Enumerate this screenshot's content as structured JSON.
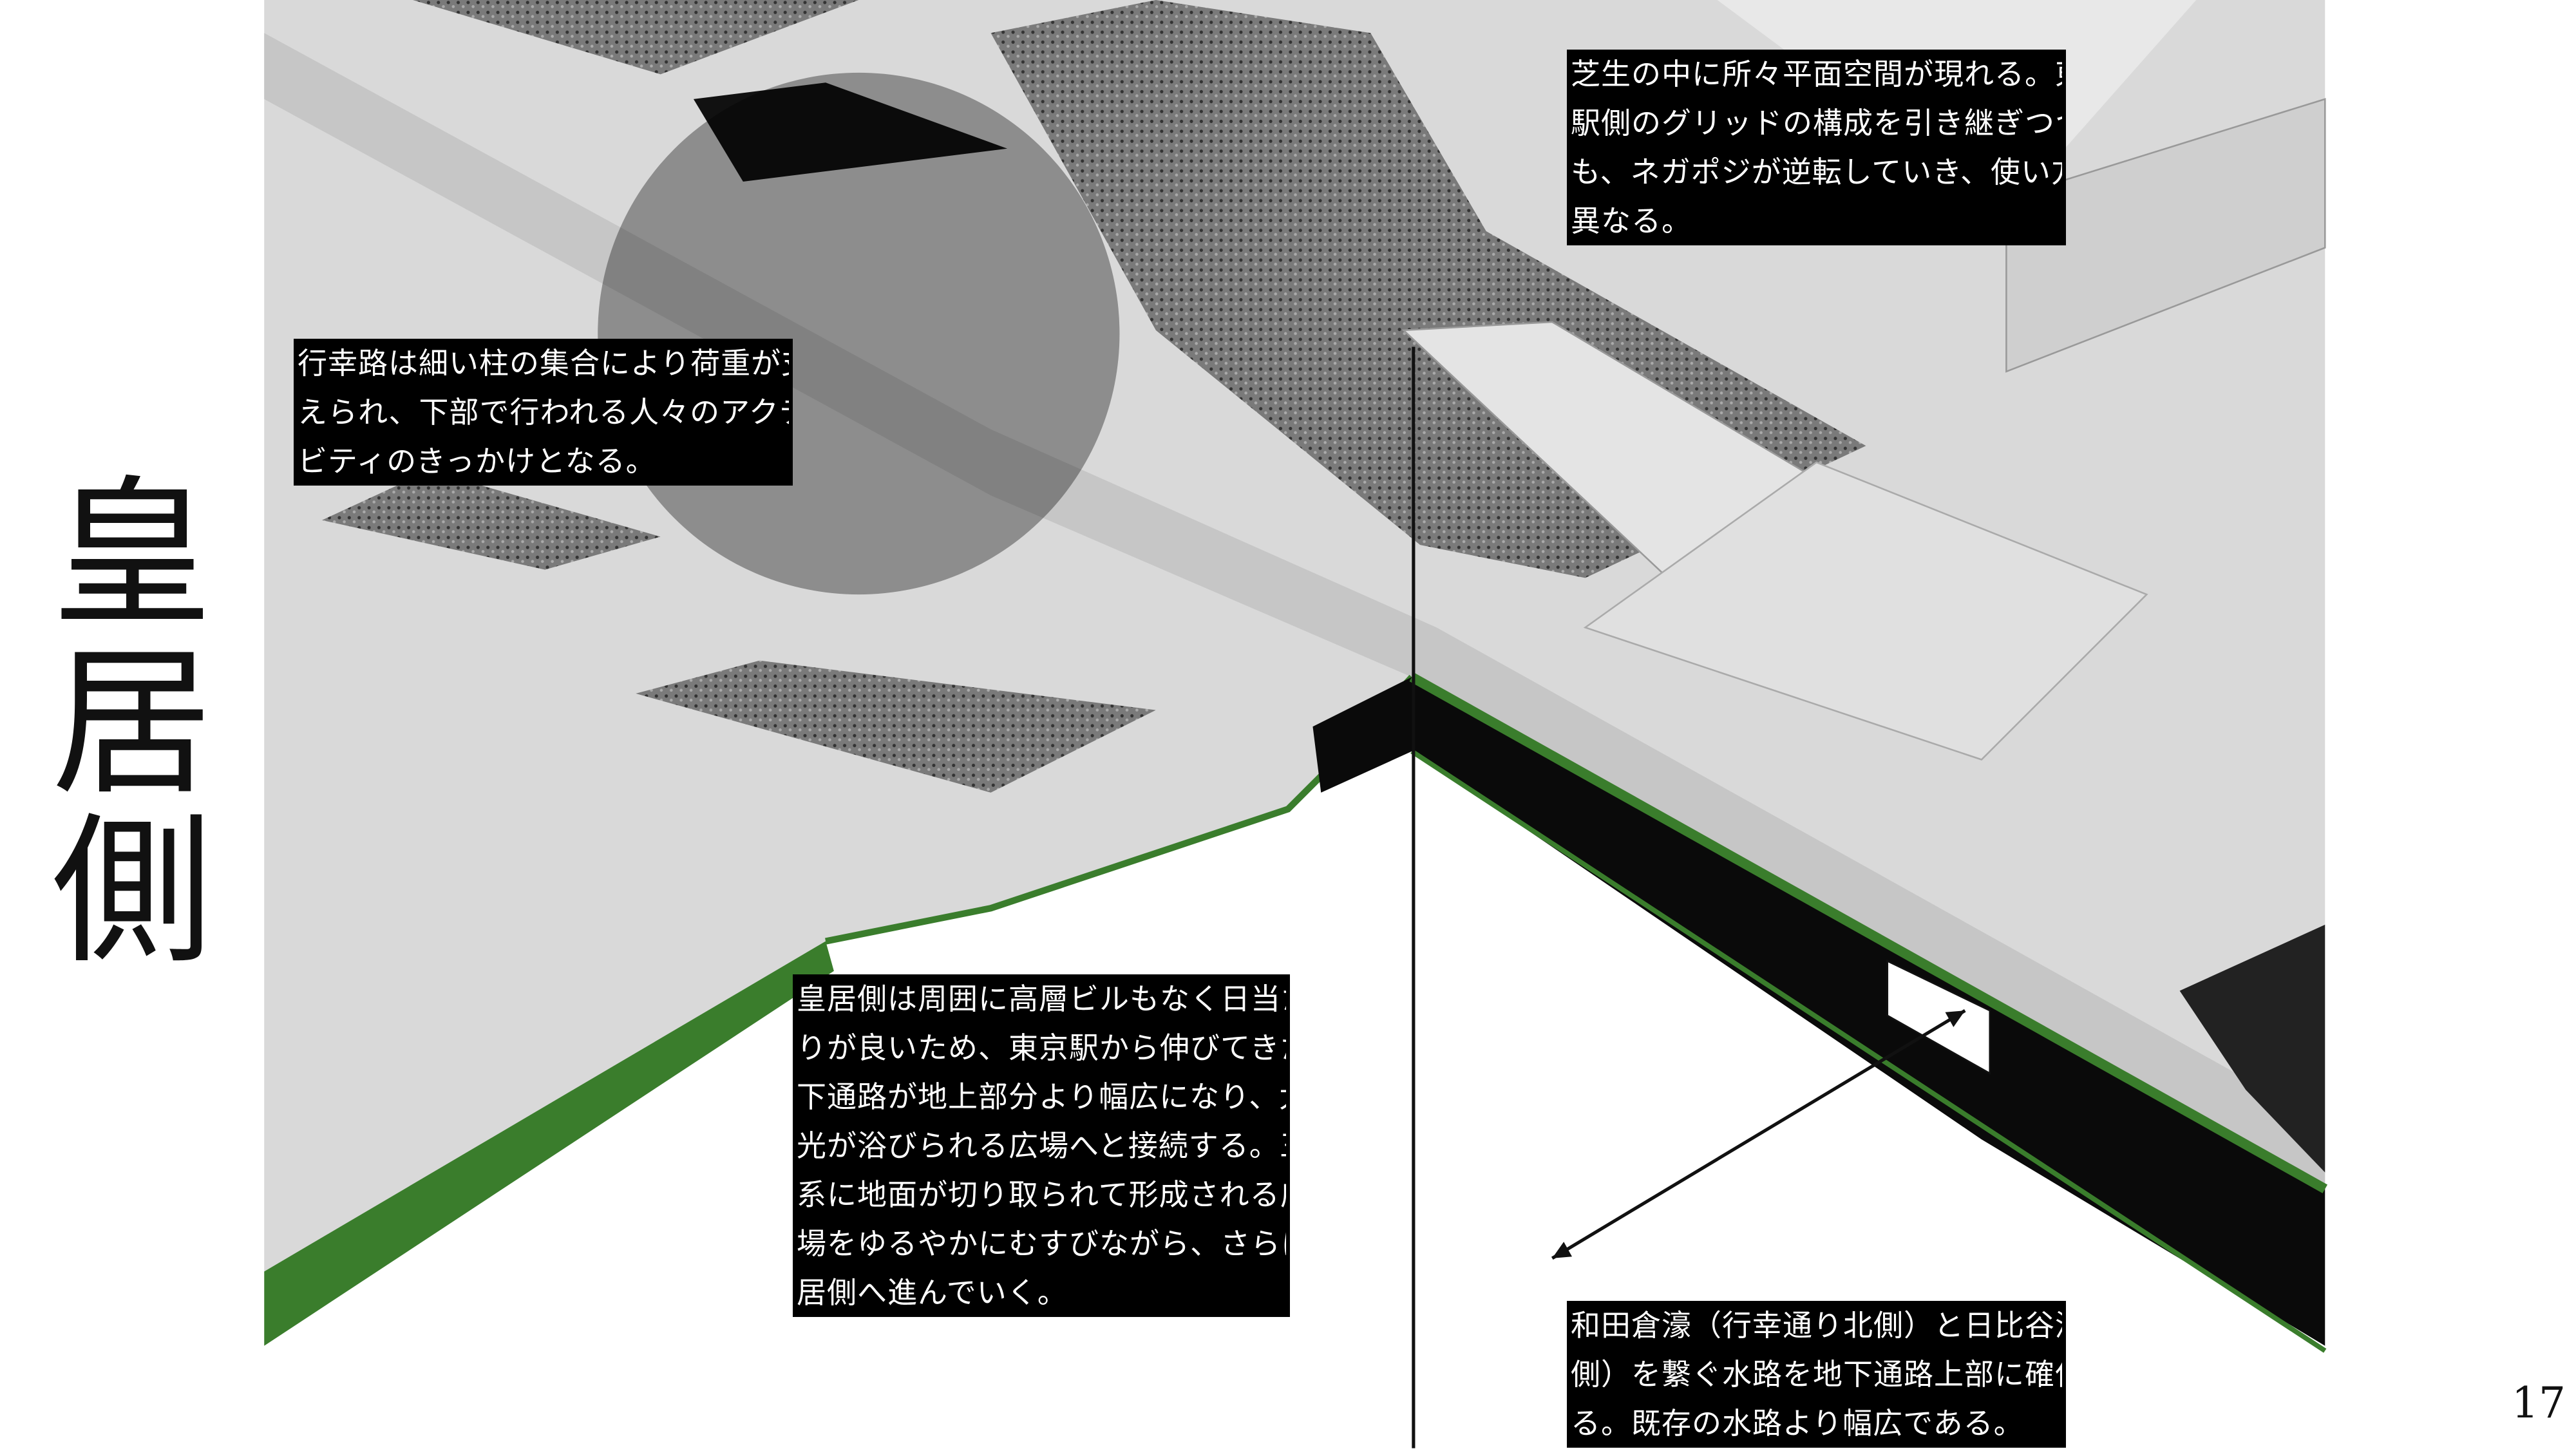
{
  "page": {
    "title_chars": [
      "皇",
      "居",
      "側"
    ],
    "page_number": "17"
  },
  "notes": {
    "colonnade": {
      "lines": [
        "行幸路は細い柱の集合により荷重が支",
        "えられ、下部で行われる人々のアクティ",
        "ビティのきっかけとなる。"
      ]
    },
    "lawn": {
      "lines": [
        "芝生の中に所々平面空間が現れる。東京",
        "駅側のグリッドの構成を引き継ぎつつ",
        "も、ネガポジが逆転していき、使い方も",
        "異なる。"
      ]
    },
    "plaza": {
      "lines": [
        "皇居側は周囲に高層ビルもなく日当た",
        "りが良いため、東京駅から伸びてきた地",
        "下通路が地上部分より幅広になり、太陽",
        "光が浴びられる広場へと接続する。三角",
        "系に地面が切り取られて形成される広",
        "場をゆるやかにむすびながら、さらに皇",
        "居側へ進んでいく。"
      ]
    },
    "waterway": {
      "lines": [
        "和田倉濠（行幸通り北側）と日比谷濠（南",
        "側）を繋ぐ水路を地下通路上部に確保す",
        "る。既存の水路より幅広である。"
      ]
    }
  },
  "colors": {
    "section_green": "#3a7d2c",
    "surface_gray": "#d9d9d9",
    "grass_dark": "#6b6b6b"
  }
}
